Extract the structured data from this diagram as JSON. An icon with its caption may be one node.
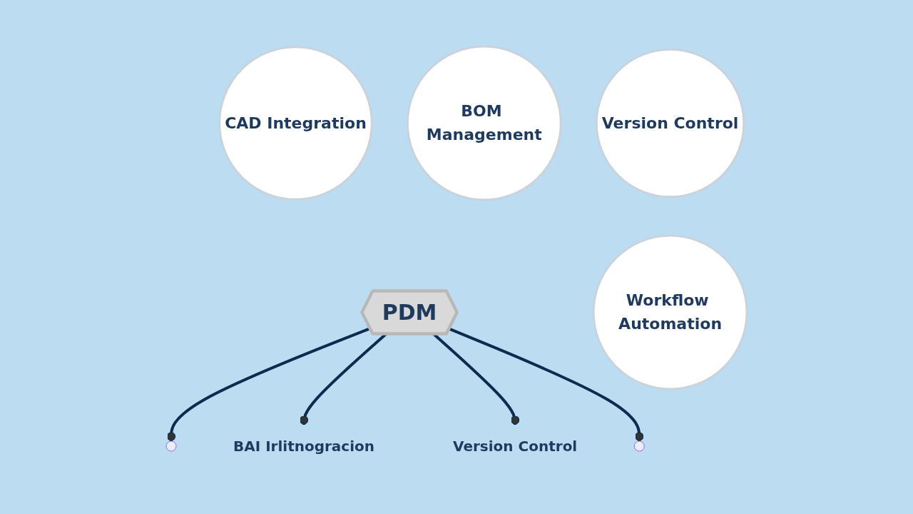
{
  "diagram": {
    "nodes": [
      {
        "text": [
          "CAD Integration"
        ]
      },
      {
        "text": [
          "BOM Management"
        ]
      },
      {
        "text": [
          "BAI Irlitnogracion"
        ]
      },
      {
        "text": [
          "PDM"
        ]
      },
      {
        "text": [
          "Version Control"
        ]
      },
      {
        "text": [
          "Version Control"
        ]
      },
      {
        "text": [
          "Workflow Automation"
        ]
      }
    ],
    "edges": [
      {
        "from": 3,
        "to": null,
        "arrow": "other"
      },
      {
        "from": 3,
        "to": 2,
        "arrow": "other"
      },
      {
        "from": 3,
        "to": 4,
        "arrow": "other"
      },
      {
        "from": 3,
        "to": null,
        "arrow": "other"
      }
    ]
  }
}
